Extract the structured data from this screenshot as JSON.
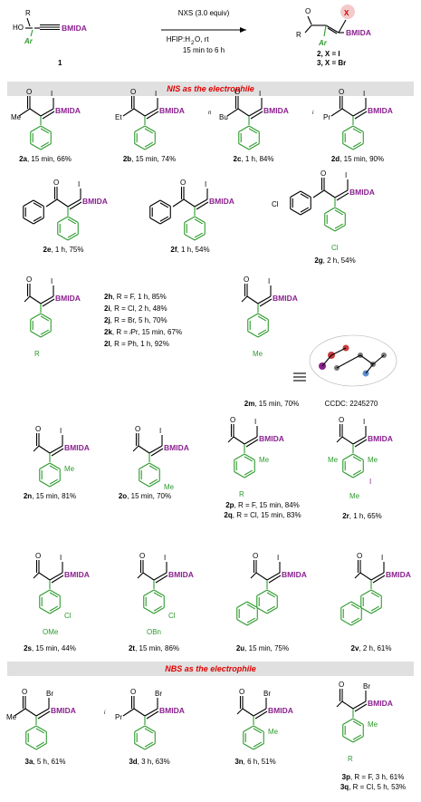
{
  "scheme": {
    "reagent": "NXS (3.0 equiv)",
    "solvent": "HFIP:H",
    "solvent_sub": "2",
    "solvent_tail": "O, rt",
    "time": "15 min to 6 h",
    "sm_label": "1",
    "product_2": "2, X = I",
    "product_3": "3, X = Br"
  },
  "labels": {
    "bmida": "BMIDA",
    "ar": "Ar",
    "r": "R",
    "ho": "HO",
    "x": "X",
    "i": "I",
    "br": "Br",
    "me": "Me",
    "cl": "Cl",
    "et": "Et",
    "bu": "Bu",
    "pr": "Pr",
    "n": "n",
    "i_pre": "i",
    "ome": "OMe",
    "obn": "OBn",
    "o": "O",
    "ccdc": "CCDC: 2245270"
  },
  "sections": {
    "nis": "NIS as the electrophile",
    "nbs": "NBS as the electrophile"
  },
  "compounds": [
    {
      "id": "2a",
      "cond": ", 15 min, 66%"
    },
    {
      "id": "2b",
      "cond": ", 15 min, 74%"
    },
    {
      "id": "2c",
      "cond": ", 1 h, 84%"
    },
    {
      "id": "2d",
      "cond": ", 15 min, 90%"
    },
    {
      "id": "2e",
      "cond": ", 1 h, 75%"
    },
    {
      "id": "2f",
      "cond": ", 1 h, 54%"
    },
    {
      "id": "2g",
      "cond": ", 2 h, 54%"
    },
    {
      "id": "2m",
      "cond": ", 15 min, 70%"
    },
    {
      "id": "2n",
      "cond": ", 15 min, 81%"
    },
    {
      "id": "2o",
      "cond": ", 15 min, 70%"
    },
    {
      "id": "2r",
      "cond": ", 1 h, 65%"
    },
    {
      "id": "2s",
      "cond": ", 15 min, 44%"
    },
    {
      "id": "2t",
      "cond": ", 15 min, 86%"
    },
    {
      "id": "2u",
      "cond": ", 15 min, 75%"
    },
    {
      "id": "2v",
      "cond": ", 2 h, 61%"
    },
    {
      "id": "3a",
      "cond": ", 5 h, 61%"
    },
    {
      "id": "3d",
      "cond": ", 3 h, 63%"
    },
    {
      "id": "3n",
      "cond": ", 6 h, 51%"
    }
  ],
  "series_h": [
    {
      "id": "2h",
      "cond": ", R = F, 1 h, 85%"
    },
    {
      "id": "2i",
      "cond": ", R = Cl, 2 h, 48%"
    },
    {
      "id": "2j",
      "cond": ", R = Br, 5 h, 70%"
    },
    {
      "id": "2k",
      "cond": ", R = ",
      "sup": "i",
      "cond2": "Pr, 15 min, 67%"
    },
    {
      "id": "2l",
      "cond": ", R = Ph, 1 h, 92%"
    }
  ],
  "series_p": [
    {
      "id": "2p",
      "cond": ", R = F, 15 min, 84%"
    },
    {
      "id": "2q",
      "cond": ", R = Cl, 15 min, 83%"
    }
  ],
  "series_3p": [
    {
      "id": "3p",
      "cond": ", R = F, 3 h, 61%"
    },
    {
      "id": "3q",
      "cond": ", R = Cl, 5 h, 53%"
    }
  ],
  "colors": {
    "bmida": "#8a1f8f",
    "aryl": "#2e9a2e",
    "halogen_circle": "#f4c9c9",
    "banner": "#e00000",
    "bar_bg": "#e0e0e0"
  }
}
